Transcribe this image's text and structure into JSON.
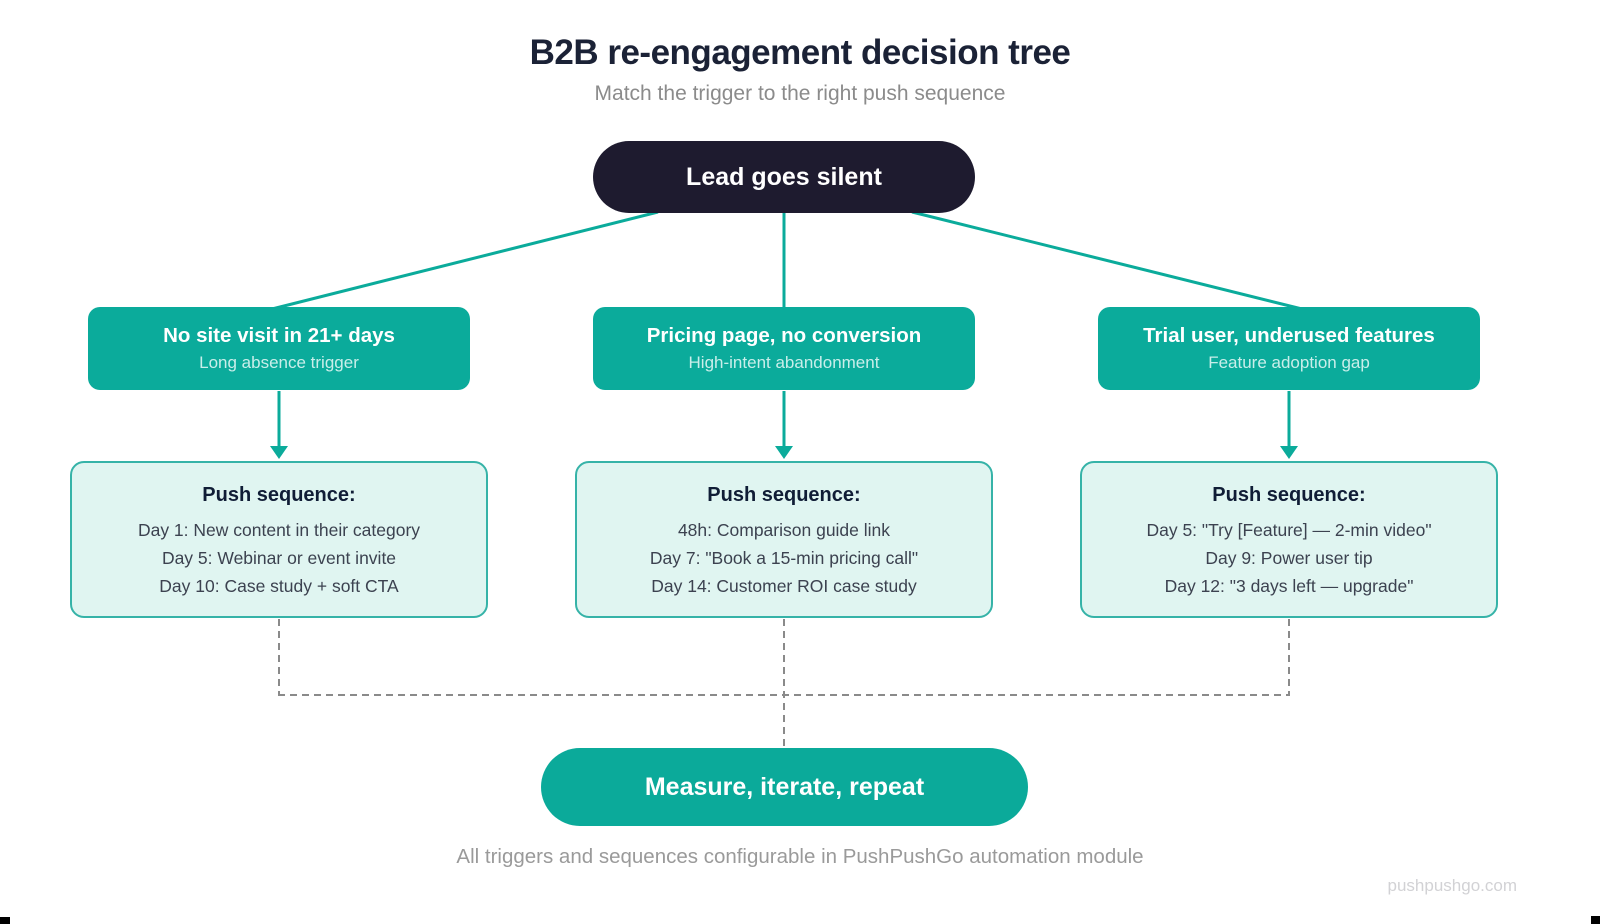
{
  "page": {
    "title": "B2B re-engagement decision tree",
    "subtitle": "Match the trigger to the right push sequence",
    "footer": "All triggers and sequences configurable in PushPushGo automation module",
    "watermark": "pushpushgo.com"
  },
  "root_node": {
    "label": "Lead goes silent"
  },
  "triggers": [
    {
      "title": "No site visit in 21+ days",
      "subtitle": "Long absence trigger"
    },
    {
      "title": "Pricing page, no conversion",
      "subtitle": "High-intent abandonment"
    },
    {
      "title": "Trial user, underused features",
      "subtitle": "Feature adoption gap"
    }
  ],
  "sequences": [
    {
      "heading": "Push sequence:",
      "steps": [
        "Day 1: New content in their category",
        "Day 5: Webinar or event invite",
        "Day 10: Case study + soft CTA"
      ]
    },
    {
      "heading": "Push sequence:",
      "steps": [
        "48h: Comparison guide link",
        "Day 7: \"Book a 15-min pricing call\"",
        "Day 14: Customer ROI case study"
      ]
    },
    {
      "heading": "Push sequence:",
      "steps": [
        "Day 5: \"Try [Feature] — 2-min video\"",
        "Day 9: Power user tip",
        "Day 12: \"3 days left — upgrade\""
      ]
    }
  ],
  "end_node": {
    "label": "Measure, iterate, repeat"
  },
  "colors": {
    "teal": "#0bab9b",
    "dark_navy": "#1e1b2f",
    "mint_fill": "#e0f5f1",
    "mint_border": "#36b3a8",
    "dashed_gray": "#8a8a8a",
    "title_navy": "#1b2236"
  }
}
